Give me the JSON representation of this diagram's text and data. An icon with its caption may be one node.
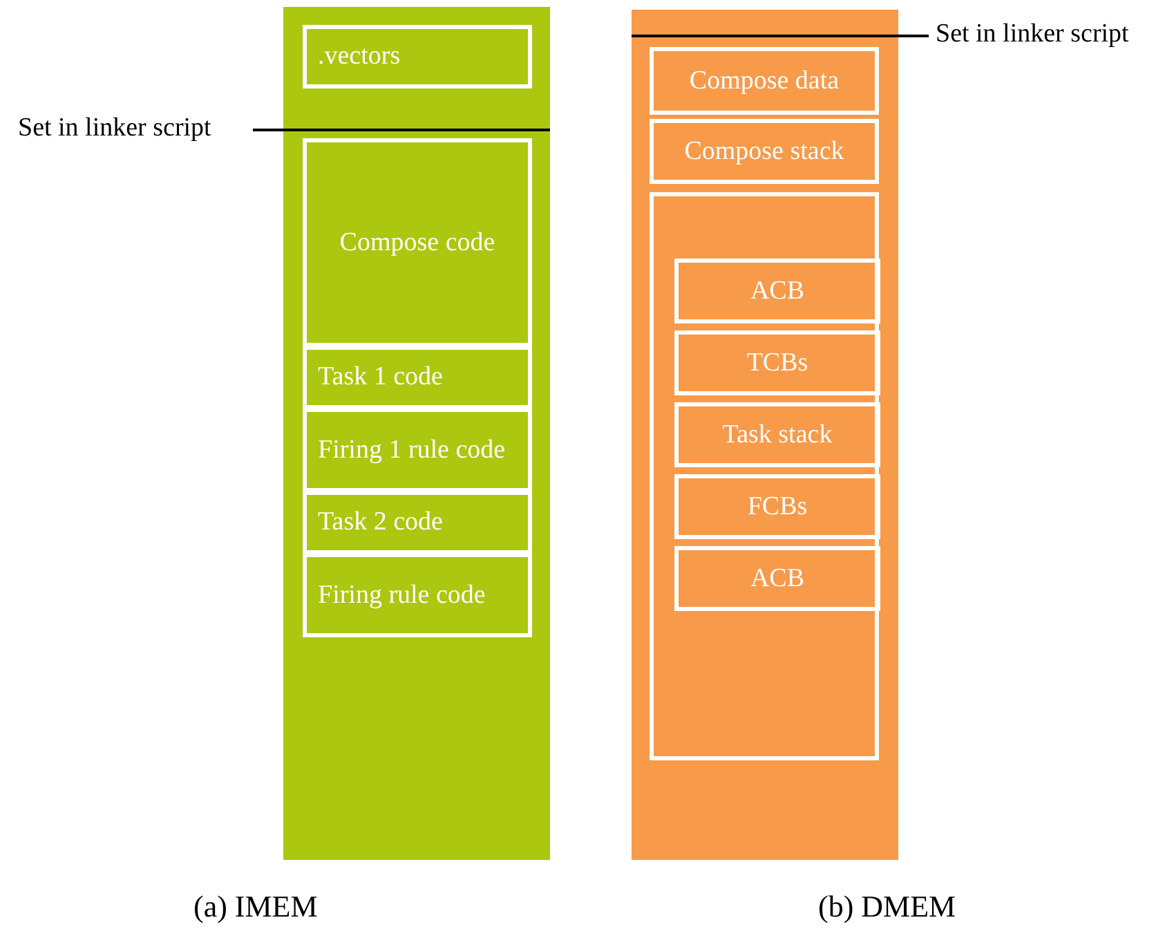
{
  "diagram": {
    "nodes": [
      {
        "text": [],
        "shape": "bar",
        "beside": [
          "(a) IMEM"
        ]
      },
      {
        "text": [
          ".vectors"
        ],
        "in": 0
      },
      {
        "text": [
          "Compose code"
        ],
        "in": 0
      },
      {
        "text": [
          "Task 1 code"
        ],
        "in": 0
      },
      {
        "text": [
          "Firing 1 rule code"
        ],
        "in": 0
      },
      {
        "text": [
          "Task 2 code"
        ],
        "in": 0
      },
      {
        "text": [
          "Firing rule code"
        ],
        "in": 0
      },
      {
        "text": [
          "Set in linker script"
        ]
      },
      {
        "text": [],
        "shape": "bar",
        "beside": [
          "(b) DMEM"
        ]
      },
      {
        "text": [
          "Compose data"
        ],
        "in": 8
      },
      {
        "text": [
          "Compose stack"
        ],
        "in": 8
      },
      {
        "text": [],
        "shape": "box",
        "in": 8
      },
      {
        "text": [
          "ACB"
        ],
        "in": 11
      },
      {
        "text": [
          "TCBs"
        ],
        "in": 11
      },
      {
        "text": [
          "Task stack"
        ],
        "in": 11
      },
      {
        "text": [
          "FCBs"
        ],
        "in": 11
      },
      {
        "text": [
          "ACB"
        ],
        "in": 11
      },
      {
        "text": [
          "Set in linker script"
        ]
      }
    ],
    "edges": [
      {
        "from": 7,
        "to": 0,
        "arrow": "none"
      },
      {
        "from": 17,
        "to": 8,
        "arrow": "none"
      }
    ]
  }
}
